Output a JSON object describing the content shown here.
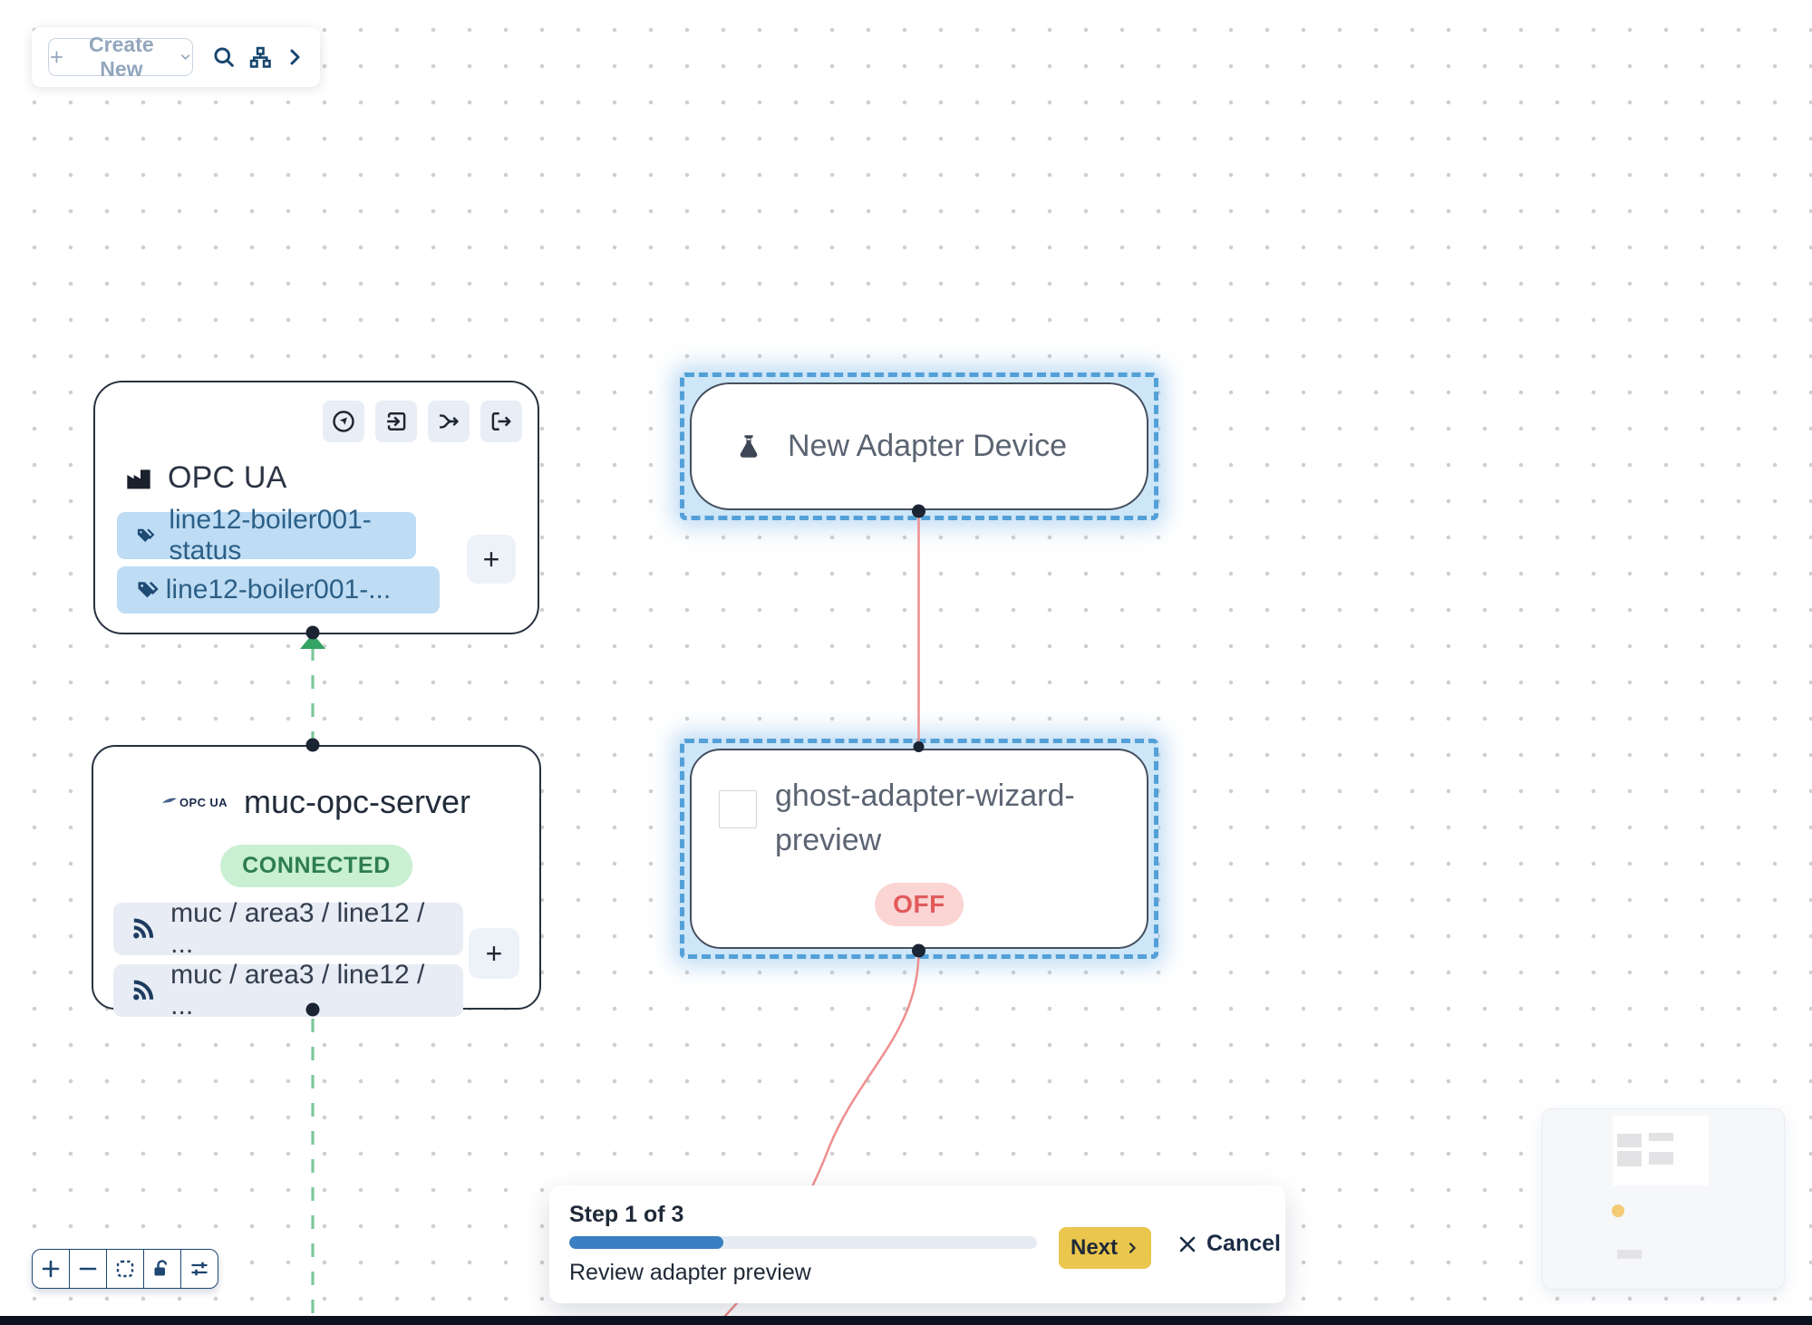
{
  "header_toolbar": {
    "create_new": "Create New",
    "icons": [
      "plus-icon",
      "chevron-down-icon",
      "search-icon",
      "workspace-icon",
      "chevron-right-icon"
    ]
  },
  "nodes": {
    "opc_ua_group": {
      "title": "OPC UA",
      "tags": [
        "line12-boiler001-status",
        "line12-boiler001-..."
      ],
      "add_button": "+",
      "toolbar_icons": [
        "compass-icon",
        "sign-in-icon",
        "merge-icon",
        "sign-out-icon"
      ]
    },
    "new_adapter": {
      "title": "New Adapter Device"
    },
    "opc_server": {
      "title": "muc-opc-server",
      "logo": "OPC UA",
      "status": "CONNECTED",
      "topics": [
        "muc / area3 / line12 / ...",
        "muc / area3 / line12 / ..."
      ],
      "add_button": "+"
    },
    "ghost_adapter": {
      "title": "ghost-adapter-wizard-preview",
      "status": "OFF"
    }
  },
  "wizard_panel": {
    "step": "Step 1 of 3",
    "progress_percent": 33,
    "description": "Review adapter preview",
    "next": "Next",
    "cancel": "Cancel"
  },
  "colors": {
    "selection_blue": "#53a0d8",
    "edge_red": "#ef8e8e",
    "edge_green": "#7cc79b",
    "status_connected_bg": "#c9f0d3",
    "status_connected_text": "#2e7d4f",
    "status_off_bg": "#fbd4d4",
    "status_off_text": "#e15b5b",
    "next_button_bg": "#eac64d",
    "tag_bg": "#bedcf4",
    "progress_blue": "#3a7fc1"
  }
}
